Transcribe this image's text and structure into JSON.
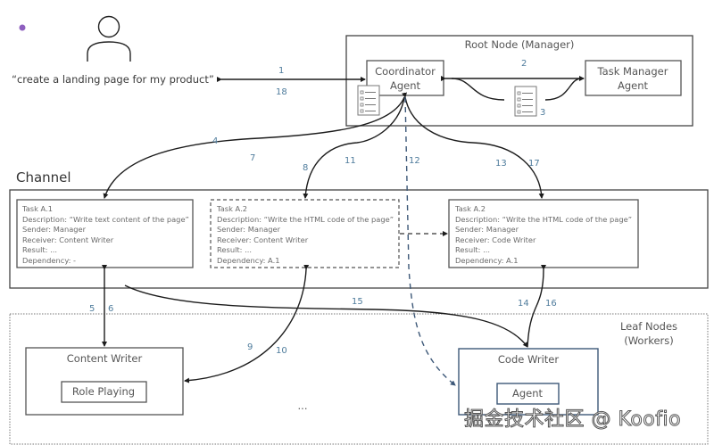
{
  "user": {
    "request": "“create a landing page for my product”",
    "bullet_color": "#8e5fbf"
  },
  "root_node": {
    "title": "Root Node (Manager)",
    "coordinator_line1": "Coordinator",
    "coordinator_line2": "Agent",
    "task_manager_line1": "Task Manager",
    "task_manager_line2": "Agent"
  },
  "channel": {
    "title": "Channel",
    "tasks": [
      {
        "id": "Task A.1",
        "description": "Description: “Write text content of the page”",
        "sender": "Sender: Manager",
        "receiver": "Receiver: Content Writer",
        "result": "Result: ...",
        "dependency": "Dependency: -"
      },
      {
        "id": "Task A.2",
        "description": "Description: “Write the HTML code of the page”",
        "sender": "Sender: Manager",
        "receiver": "Receiver: Content Writer",
        "result": "Result: ...",
        "dependency": "Dependency: A.1"
      },
      {
        "id": "Task A.2",
        "description": "Description: “Write the HTML code of the page”",
        "sender": "Sender: Manager",
        "receiver": "Receiver: Code Writer",
        "result": "Result: ...",
        "dependency": "Dependency: A.1"
      }
    ]
  },
  "leaf_nodes": {
    "title_line1": "Leaf Nodes",
    "title_line2": "(Workers)",
    "content_writer": {
      "title": "Content Writer",
      "inner": "Role Playing"
    },
    "code_writer": {
      "title": "Code Writer",
      "inner": "Agent"
    },
    "ellipsis": "..."
  },
  "step_numbers": {
    "s1": "1",
    "s2": "2",
    "s3": "3",
    "s4": "4",
    "s5": "5",
    "s6": "6",
    "s7": "7",
    "s8": "8",
    "s9": "9",
    "s10": "10",
    "s11": "11",
    "s12": "12",
    "s13": "13",
    "s14": "14",
    "s15": "15",
    "s16": "16",
    "s17": "17",
    "s18": "18"
  },
  "colors": {
    "code_writer_border": "#3d5878",
    "step_number": "#4f7c9c"
  },
  "watermark": "掘金技术社区 @ Koofio"
}
